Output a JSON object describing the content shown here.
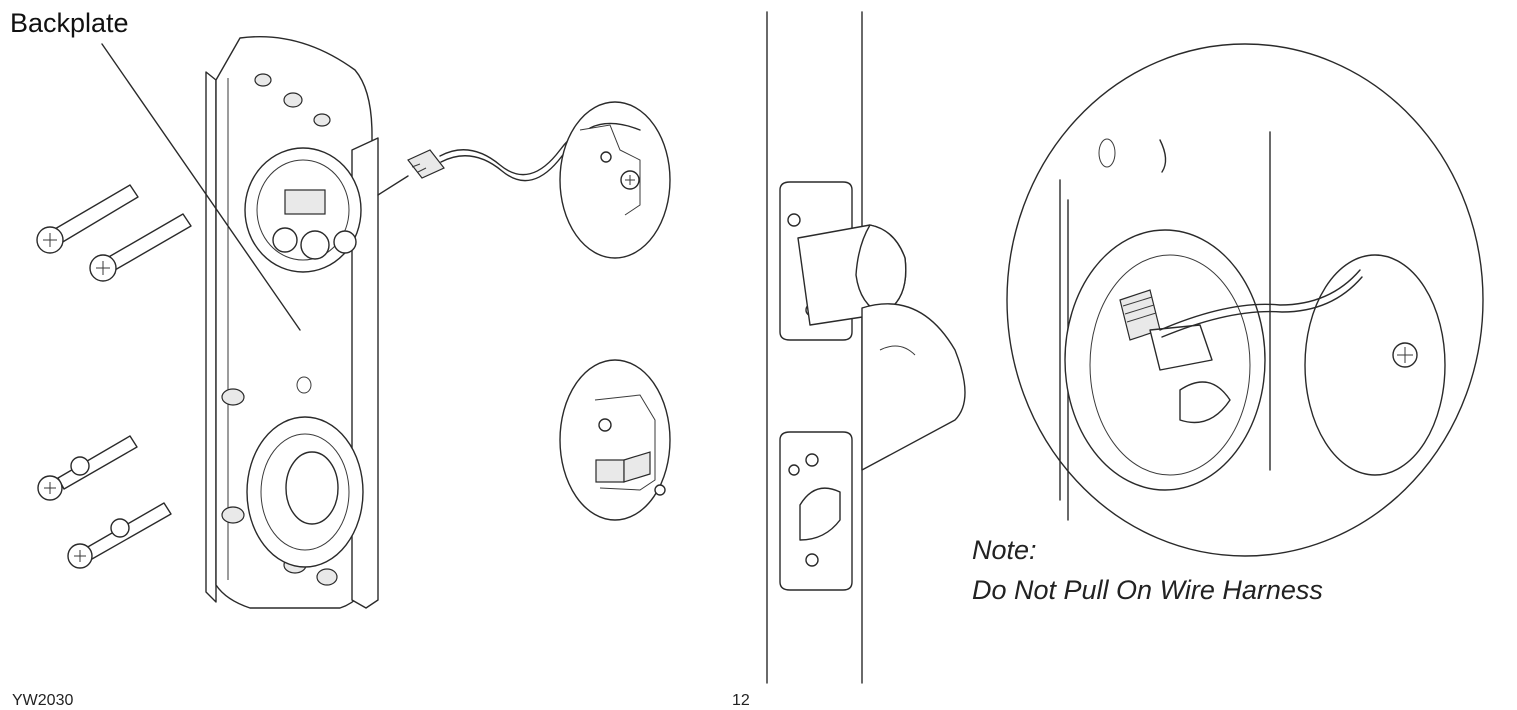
{
  "labels": {
    "backplate": "Backplate",
    "note_title": "Note:",
    "note_text": "Do Not Pull On Wire Harness"
  },
  "footer": {
    "doc_code": "YW2030",
    "page_number": "12"
  },
  "colors": {
    "line": "#2a2a2a",
    "background": "#ffffff"
  }
}
